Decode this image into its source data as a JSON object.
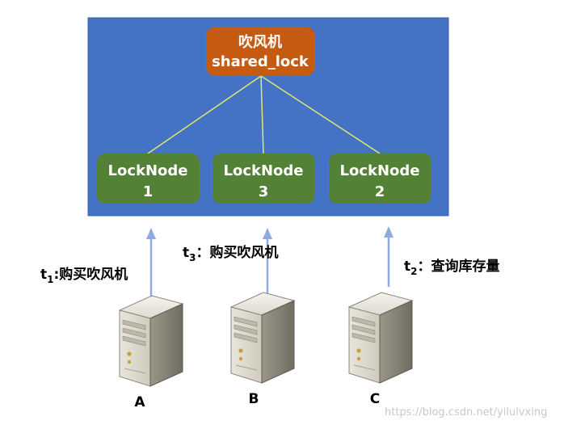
{
  "lock_box": {
    "name_line": "吹风机",
    "id_line": "shared_lock"
  },
  "lock_nodes": [
    {
      "title": "LockNode",
      "number": "1"
    },
    {
      "title": "LockNode",
      "number": "3"
    },
    {
      "title": "LockNode",
      "number": "2"
    }
  ],
  "requests": [
    {
      "time_main": "t",
      "time_sub": "1",
      "text": ":购买吹风机"
    },
    {
      "time_main": "t",
      "time_sub": "3",
      "text": "：购买吹风机"
    },
    {
      "time_main": "t",
      "time_sub": "2",
      "text": "：查询库存量"
    }
  ],
  "servers": [
    "A",
    "B",
    "C"
  ],
  "watermark": "https://blog.csdn.net/yilulvxing",
  "colors": {
    "container": "#4472c4",
    "lock_box": "#c55a11",
    "lock_node": "#538135",
    "connector": "#e2e86b",
    "arrow": "#8faadc"
  }
}
